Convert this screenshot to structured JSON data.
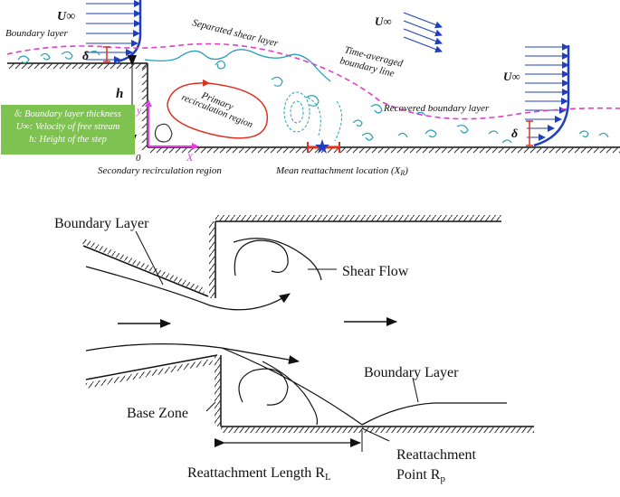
{
  "top_diagram": {
    "u_inf_left": "U∞",
    "u_inf_mid": "U∞",
    "u_inf_right": "U∞",
    "boundary_layer": "Boundary layer",
    "delta_left": "δ",
    "delta_right": "δ",
    "h_label": "h",
    "separated_shear_layer": "Separated shear layer",
    "time_averaged_line1": "Time-averaged",
    "time_averaged_line2": "boundary line",
    "primary_line1": "Primary",
    "primary_line2": "recirculation region",
    "recovered_boundary_layer": "Recovered boundary layer",
    "secondary_region": "Secondary recirculation region",
    "mean_reattachment": "Mean reattachment location (X",
    "mean_reattachment_sub": "R",
    "mean_reattachment_end": ")",
    "axis_y": "y",
    "axis_x": "X",
    "origin": "0",
    "legend": {
      "line1": "δ: Boundary layer thickness",
      "line2": "U∞: Velocity of free stream",
      "line3": "h: Height of the step"
    },
    "colors": {
      "dashed_line": "#e040c8",
      "vortex": "#2a9fb8",
      "primary_loop": "#e03020",
      "profile": "#1f3fbf",
      "marker_red": "#e03020",
      "axis": "#e040e0",
      "legend_bg": "#7ec24f"
    }
  },
  "bottom_diagram": {
    "boundary_layer_top": "Boundary Layer",
    "shear_flow": "Shear Flow",
    "boundary_layer_right": "Boundary Layer",
    "base_zone": "Base Zone",
    "reattachment_length": "Reattachment Length R",
    "reattachment_length_sub": "L",
    "reattachment_point_line1": "Reattachment",
    "reattachment_point_line2": "Point R",
    "reattachment_point_sub": "p"
  }
}
